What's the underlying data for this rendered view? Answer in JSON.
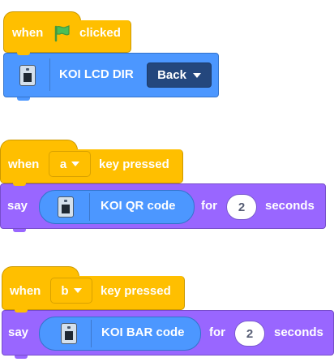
{
  "script1": {
    "hat": {
      "when": "when",
      "clicked": "clicked"
    },
    "koi_block": {
      "label": "KOI LCD DIR",
      "dropdown": "Back"
    }
  },
  "script2": {
    "hat": {
      "when": "when",
      "key": "a",
      "pressed": "key pressed"
    },
    "say_block": {
      "say": "say",
      "reporter": "KOI QR code",
      "for": "for",
      "secs": "2",
      "seconds": "seconds"
    }
  },
  "script3": {
    "hat": {
      "when": "when",
      "key": "b",
      "pressed": "key pressed"
    },
    "say_block": {
      "say": "say",
      "reporter": "KOI BAR code",
      "for": "for",
      "secs": "2",
      "seconds": "seconds"
    }
  },
  "icons": {
    "flag": "green-flag-icon",
    "device": "koi-device-icon",
    "caret": "caret-down-icon"
  },
  "colors": {
    "events": "#ffbf00",
    "extension": "#4c97ff",
    "looks": "#9966ff",
    "menu_dark": "#24477d",
    "flag": "#4cbf56"
  }
}
